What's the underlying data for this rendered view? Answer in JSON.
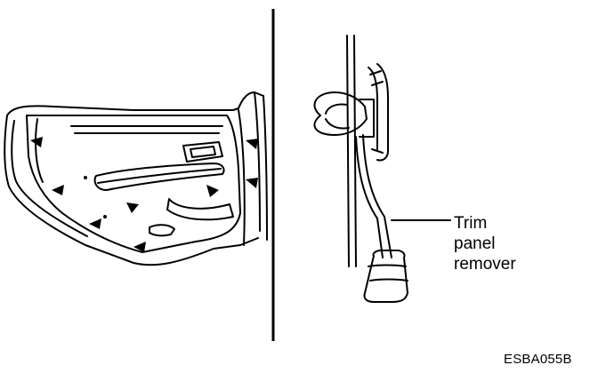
{
  "callout": {
    "line1": "Trim",
    "line2": "panel",
    "line3": "remover"
  },
  "figure_code": "ESBA055B",
  "colors": {
    "ink": "#000000",
    "paper": "#ffffff"
  }
}
